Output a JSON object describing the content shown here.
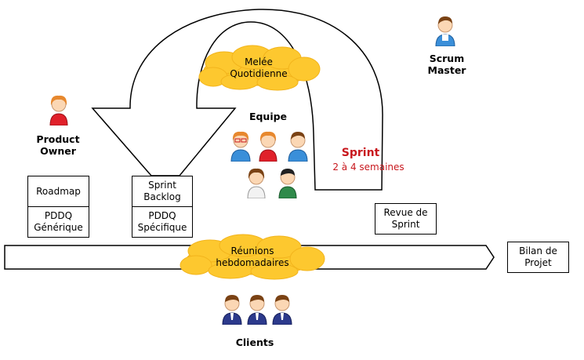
{
  "roles": {
    "scrum_master": "Scrum\nMaster",
    "product_owner": "Product\nOwner",
    "equipe": "Equipe",
    "clients": "Clients"
  },
  "clouds": {
    "melee": "Melée\nQuotidienne",
    "reunions": "Réunions\nhebdomadaires"
  },
  "sprint": {
    "title": "Sprint",
    "duration": "2 à 4 semaines"
  },
  "boxes": {
    "roadmap": "Roadmap",
    "pddq_generique": "PDDQ\nGénérique",
    "sprint_backlog": "Sprint\nBacklog",
    "pddq_specifique": "PDDQ\nSpécifique",
    "revue_sprint": "Revue de\nSprint",
    "bilan_projet": "Bilan de\nProjet"
  },
  "colors": {
    "cloud_fill": "#fdc82f",
    "sprint_red": "#c8181e"
  }
}
